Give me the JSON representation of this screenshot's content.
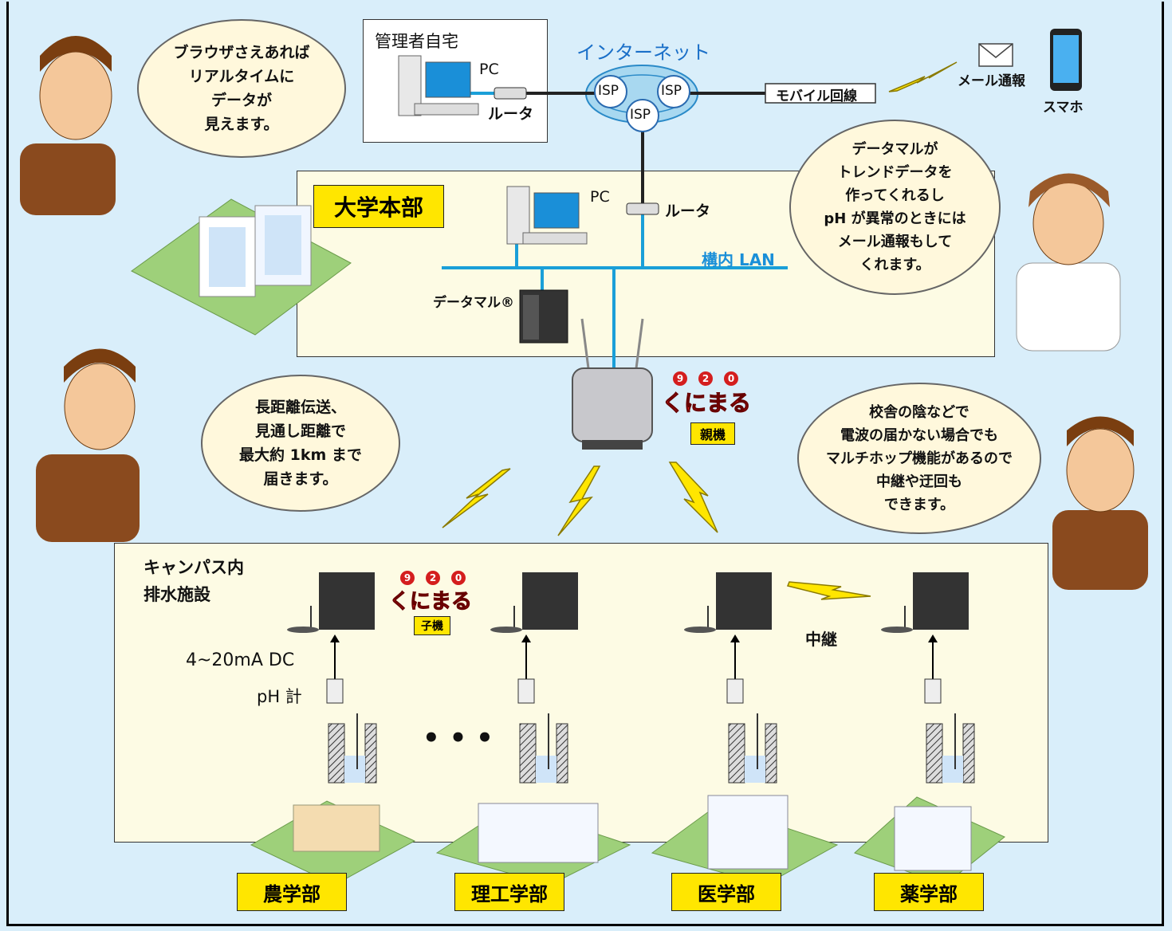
{
  "home": {
    "title": "管理者自宅",
    "pc": "PC",
    "router": "ルータ"
  },
  "internet": {
    "title": "インターネット",
    "isp": "ISP"
  },
  "mobile": {
    "line": "モバイル回線",
    "mail": "メール通報",
    "phone": "スマホ"
  },
  "hq": {
    "title": "大学本部",
    "pc": "PC",
    "router": "ルータ",
    "lan": "構内 LAN",
    "datamaru": "データマル®"
  },
  "kunimaru": {
    "digits": [
      "9",
      "2",
      "0"
    ],
    "logo": "くにまる",
    "parent": "親機",
    "child": "子機"
  },
  "campus": {
    "title_line1": "キャンパス内",
    "title_line2": "排水施設",
    "signal": "4~20mA DC",
    "meter": "pH 計",
    "relay": "中継",
    "dots": "• • •"
  },
  "departments": [
    "農学部",
    "理工学部",
    "医学部",
    "薬学部"
  ],
  "bubbles": {
    "top_left": [
      "ブラウザさえあれば",
      "リアルタイムに",
      "データが",
      "見えます。"
    ],
    "top_right": [
      "データマルが",
      "トレンドデータを",
      "作ってくれるし",
      "pH が異常のときには",
      "メール通報もして",
      "くれます。"
    ],
    "mid_left": [
      "長距離伝送、",
      "見通し距離で",
      "最大約 1km まで",
      "届きます。"
    ],
    "mid_right": [
      "校舎の陰などで",
      "電波の届かない場合でも",
      "マルチホップ機能があるので",
      "中継や迂回も",
      "できます。"
    ]
  },
  "colors": {
    "background": "#d9eefa",
    "box": "#fdfbe4",
    "label": "#ffe600",
    "lan": "#1a9fd8",
    "logo_red": "#d41e1e",
    "bolt": "#ffe600"
  }
}
